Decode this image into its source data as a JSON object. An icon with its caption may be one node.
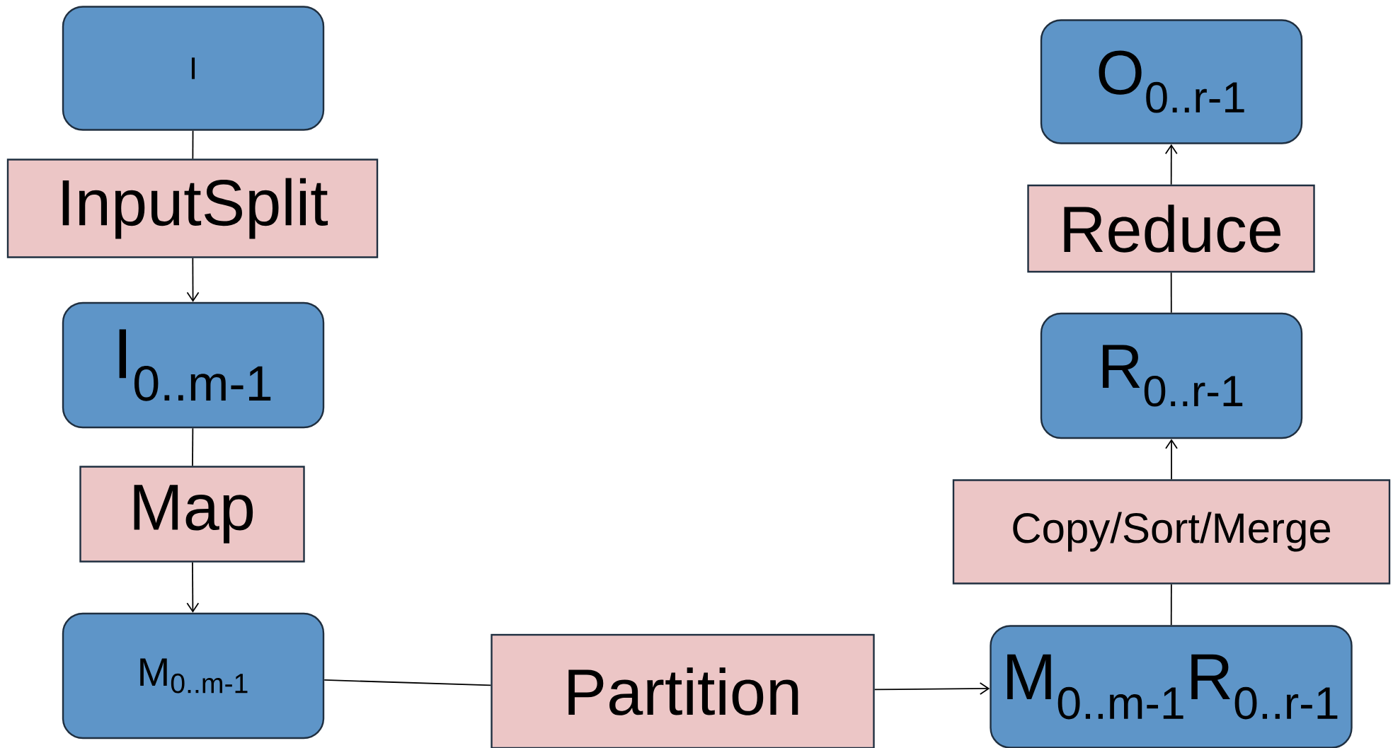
{
  "diagram": {
    "nodes": [
      {
        "text": [
          "I"
        ]
      },
      {
        "text": [
          "InputSplit"
        ]
      },
      {
        "text": [
          "I$_{0..m-1}$"
        ]
      },
      {
        "text": [
          "Map"
        ]
      },
      {
        "text": [
          "M$_{0..m-1}$"
        ]
      },
      {
        "text": [
          "Partition"
        ]
      },
      {
        "text": [
          "M$_{0..m-1}$R$_{0..r-1}$"
        ]
      },
      {
        "text": [
          "Copy/Sort/Merge"
        ]
      },
      {
        "text": [
          "R$_{0..r-1}$"
        ]
      },
      {
        "text": [
          "Reduce"
        ]
      },
      {
        "text": [
          "O$_{0..r-1}$"
        ]
      }
    ],
    "edges": [
      {
        "from": 0,
        "to": 1,
        "arrow": "none"
      },
      {
        "from": 1,
        "to": 2,
        "arrow": "to"
      },
      {
        "from": 2,
        "to": 3,
        "arrow": "none"
      },
      {
        "from": 3,
        "to": 4,
        "arrow": "to"
      },
      {
        "from": 4,
        "to": 5,
        "arrow": "none"
      },
      {
        "from": 5,
        "to": 6,
        "arrow": "to"
      },
      {
        "from": 6,
        "to": 7,
        "arrow": "none"
      },
      {
        "from": 7,
        "to": 8,
        "arrow": "to"
      },
      {
        "from": 8,
        "to": 9,
        "arrow": "none"
      },
      {
        "from": 9,
        "to": 10,
        "arrow": "to"
      }
    ]
  }
}
